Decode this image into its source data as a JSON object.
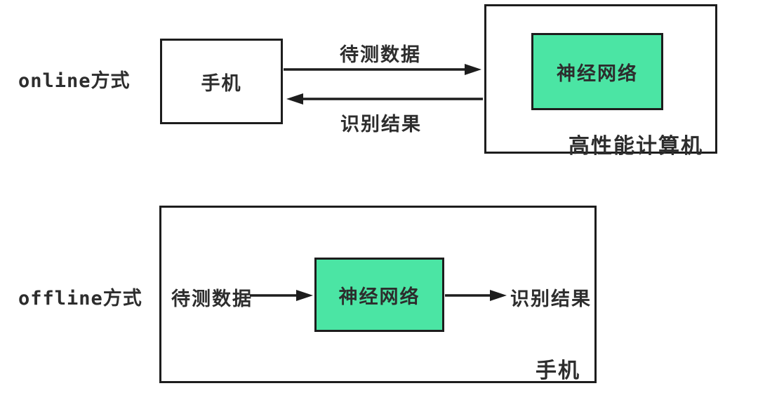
{
  "colors": {
    "border": "#1d1d1d",
    "text": "#2d2d2d",
    "neural_network_fill": "#4be5a4",
    "background": "#ffffff"
  },
  "online": {
    "mode_label": "online方式",
    "phone_label": "手机",
    "request_label": "待测数据",
    "response_label": "识别结果",
    "nn_label": "神经网络",
    "computer_label": "高性能计算机"
  },
  "offline": {
    "mode_label": "offline方式",
    "input_label": "待测数据",
    "nn_label": "神经网络",
    "output_label": "识别结果",
    "phone_label": "手机"
  }
}
